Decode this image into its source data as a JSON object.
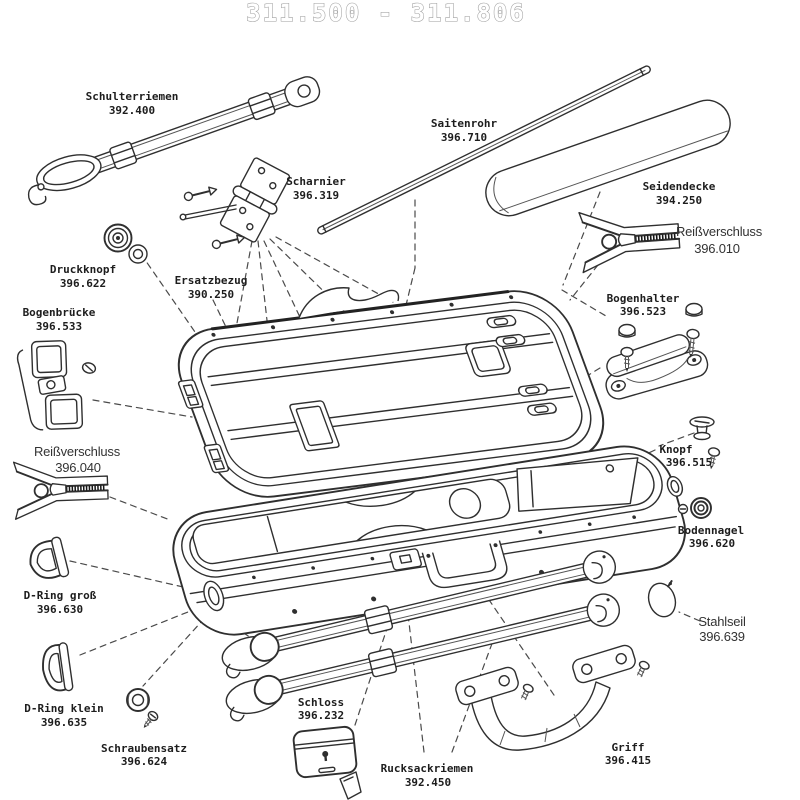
{
  "title": "311.500 - 311.806",
  "parts": [
    {
      "name": "Schulterriemen",
      "number": "392.400"
    },
    {
      "name": "Saitenrohr",
      "number": "396.710"
    },
    {
      "name": "Scharnier",
      "number": "396.319"
    },
    {
      "name": "Seidendecke",
      "number": "394.250"
    },
    {
      "name": "Reißverschluss",
      "number": "396.010"
    },
    {
      "name": "Druckknopf",
      "number": "396.622"
    },
    {
      "name": "Ersatzbezug",
      "number": "390.250"
    },
    {
      "name": "Bogenhalter",
      "number": "396.523"
    },
    {
      "name": "Bogenbrücke",
      "number": "396.533"
    },
    {
      "name": "Reißverschluss",
      "number": "396.040"
    },
    {
      "name": "Knopf",
      "number": "396.515"
    },
    {
      "name": "Bodennagel",
      "number": "396.620"
    },
    {
      "name": "D-Ring groß",
      "number": "396.630"
    },
    {
      "name": "Stahlseil",
      "number": "396.639"
    },
    {
      "name": "D-Ring klein",
      "number": "396.635"
    },
    {
      "name": "Schloss",
      "number": "396.232"
    },
    {
      "name": "Schraubensatz",
      "number": "396.624"
    },
    {
      "name": "Rucksackriemen",
      "number": "392.450"
    },
    {
      "name": "Griff",
      "number": "396.415"
    }
  ],
  "colors": {
    "line": "#2f2f2f",
    "label": "#1d1d1d",
    "title_outline": "#9e9e9e",
    "background": "#ffffff"
  }
}
